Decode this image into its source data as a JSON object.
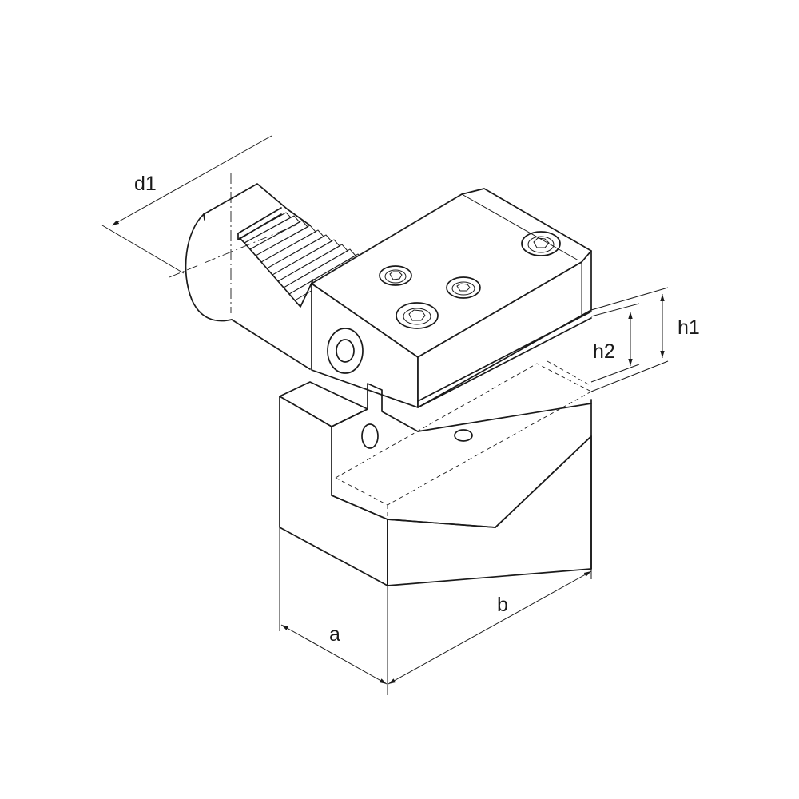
{
  "dimensions": {
    "d1": "d1",
    "h1": "h1",
    "h2": "h2",
    "a": "a",
    "b": "b"
  },
  "colors": {
    "line": "#1a1a1a",
    "background": "#ffffff"
  }
}
